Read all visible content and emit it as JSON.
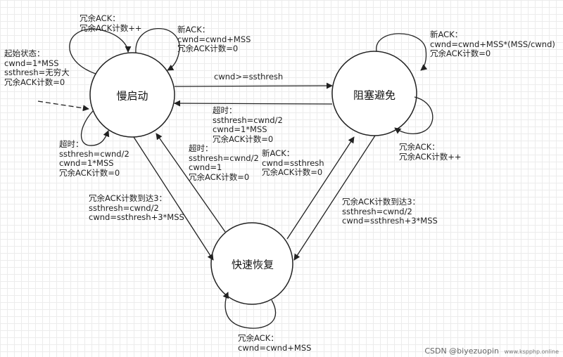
{
  "states": {
    "slow_start": "慢启动",
    "congestion_avoidance": "阻塞避免",
    "fast_recovery": "快速恢复"
  },
  "labels": {
    "initial_state": [
      "起始状态：",
      "cwnd=1*MSS",
      "ssthresh=无穷大",
      "冗余ACK计数=0"
    ],
    "ss_dup_ack": [
      "冗余ACK：",
      "冗余ACK计数++"
    ],
    "ss_new_ack": [
      "新ACK：",
      "cwnd=cwnd+MSS",
      "冗余ACK计数=0"
    ],
    "ss_timeout": [
      "超时：",
      "ssthresh=cwnd/2",
      "cwnd=1*MSS",
      "冗余ACK计数=0"
    ],
    "ss_to_ca": [
      "cwnd>=ssthresh"
    ],
    "ca_to_ss_timeout": [
      "超时：",
      "ssthresh=cwnd/2",
      "cwnd=1*MSS",
      "冗余ACK计数=0"
    ],
    "ca_new_ack": [
      "新ACK：",
      "cwnd=cwnd+MSS*(MSS/cwnd)",
      "冗余ACK计数=0"
    ],
    "ca_dup_ack": [
      "冗余ACK：",
      "冗余ACK计数++"
    ],
    "fr_to_ss_timeout": [
      "超时：",
      "ssthresh=cwnd/2",
      "cwnd=1",
      "冗余ACK计数=0"
    ],
    "fr_to_ca_new_ack": [
      "新ACK：",
      "cwnd=ssthresh",
      "冗余ACK计数=0"
    ],
    "ss_to_fr_dup3": [
      "冗余ACK计数到达3：",
      "ssthresh=cwnd/2",
      "cwnd=ssthresh+3*MSS"
    ],
    "ca_to_fr_dup3": [
      "冗余ACK计数到达3：",
      "ssthresh=cwnd/2",
      "cwnd=ssthresh+3*MSS"
    ],
    "fr_dup_ack": [
      "冗余ACK：",
      "cwnd=cwnd+MSS"
    ]
  },
  "watermark": {
    "main": "CSDN @biyezuopin",
    "site": "www.kspphp.online"
  }
}
